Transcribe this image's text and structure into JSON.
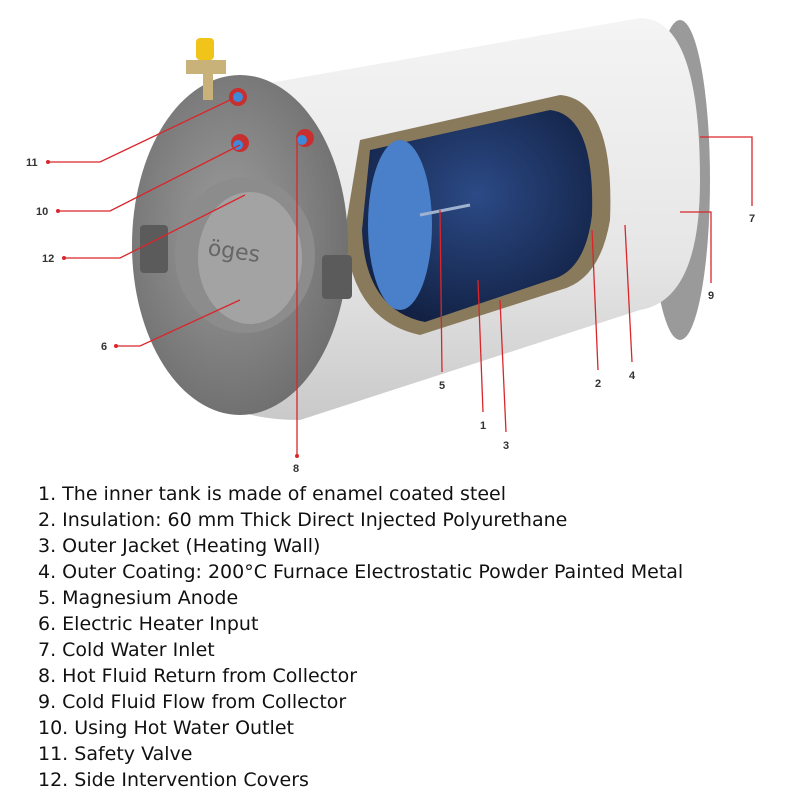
{
  "brand_logo": "öges",
  "callouts": [
    "1",
    "2",
    "3",
    "4",
    "5",
    "6",
    "7",
    "8",
    "9",
    "10",
    "11",
    "12"
  ],
  "legend": [
    "1. The inner tank is made of enamel coated steel",
    "2. Insulation: 60 mm Thick Direct Injected Polyurethane",
    "3. Outer Jacket (Heating Wall)",
    "4. Outer Coating: 200°C Furnace Electrostatic Powder Painted Metal",
    "5. Magnesium Anode",
    "6. Electric Heater Input",
    "7. Cold Water Inlet",
    "8. Hot Fluid Return from Collector",
    "9. Cold Fluid Flow from Collector",
    "10. Using Hot Water Outlet",
    "11. Safety Valve",
    "12. Side Intervention Covers"
  ],
  "colors": {
    "leader": "#d9262b",
    "body": "#e8e8e8",
    "cap": "#8d8d8d",
    "tank": "#1f3566"
  }
}
